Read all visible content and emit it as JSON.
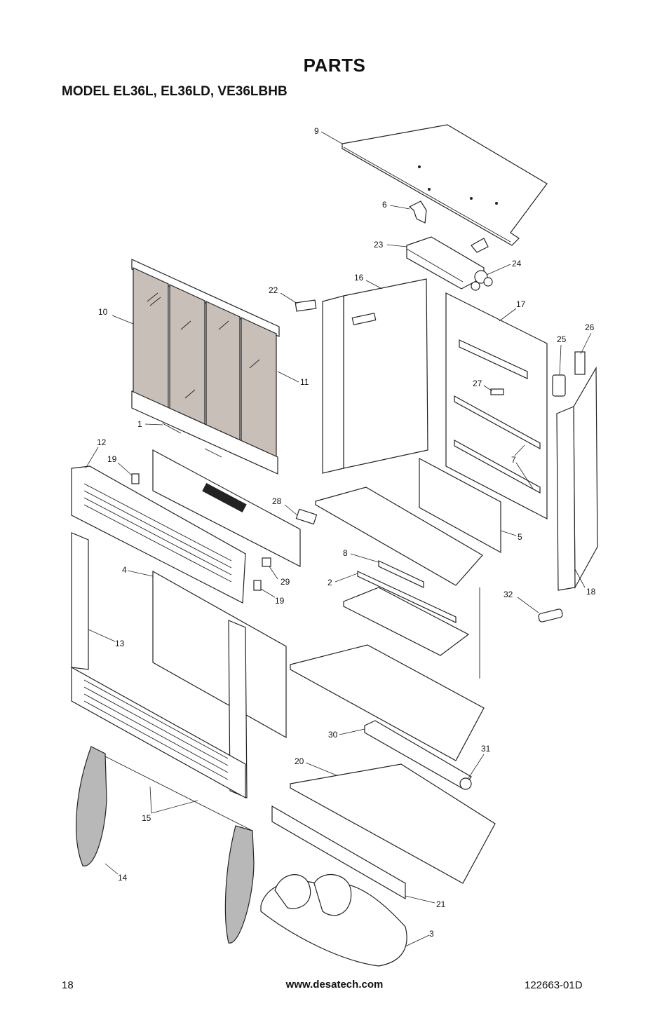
{
  "page": {
    "title": "PARTS",
    "subtitle": "MODEL EL36L, EL36LD, VE36LBHB"
  },
  "footer": {
    "page_number": "18",
    "website": "www.desatech.com",
    "doc_number": "122663-01D"
  },
  "callouts": {
    "c1": "1",
    "c2": "2",
    "c3": "3",
    "c4": "4",
    "c5": "5",
    "c6": "6",
    "c7": "7",
    "c8": "8",
    "c9": "9",
    "c10": "10",
    "c11": "11",
    "c12": "12",
    "c13": "13",
    "c14": "14",
    "c15": "15",
    "c16": "16",
    "c17": "17",
    "c18": "18",
    "c19a": "19",
    "c19b": "19",
    "c20": "20",
    "c21": "21",
    "c22": "22",
    "c23": "23",
    "c24": "24",
    "c25": "25",
    "c26": "26",
    "c27": "27",
    "c28": "28",
    "c29": "29",
    "c30": "30",
    "c31": "31",
    "c32": "32"
  }
}
